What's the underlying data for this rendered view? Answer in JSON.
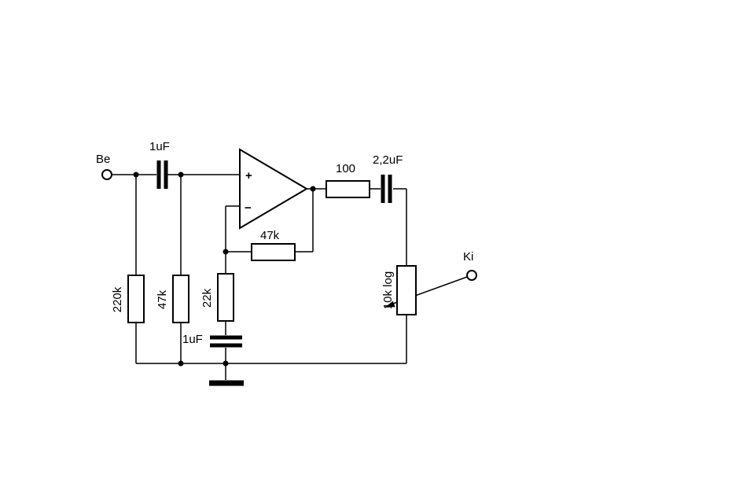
{
  "canvas": {
    "background_color": "#ffffff",
    "line_color": "#000000"
  },
  "terminals": {
    "input_label": "Be",
    "output_label": "Ki"
  },
  "opamp": {
    "plus_label": "+",
    "minus_label": "−"
  },
  "components": {
    "input_coupling_cap": "1uF",
    "bias_resistor_1": "220k",
    "bias_resistor_2": "47k",
    "gain_resistor": "22k",
    "gain_cap": "1uF",
    "feedback_resistor": "47k",
    "output_series_resistor": "100",
    "output_coupling_cap": "2,2uF",
    "volume_potentiometer": "10k log"
  }
}
